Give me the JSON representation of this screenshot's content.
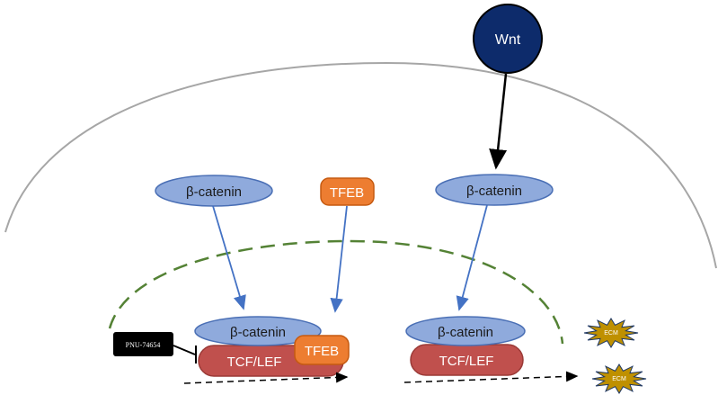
{
  "wnt": {
    "label": "Wnt"
  },
  "cytoplasm": {
    "beta_catenin_left": "β-catenin",
    "tfeb": "TFEB",
    "beta_catenin_right": "β-catenin"
  },
  "nucleus": {
    "left_complex": {
      "beta_catenin": "β-catenin",
      "tcf_lef": "TCF/LEF",
      "tfeb": "TFEB"
    },
    "right_complex": {
      "beta_catenin": "β-catenin",
      "tcf_lef": "TCF/LEF"
    }
  },
  "inhibitor": {
    "label": "PNU-74654"
  },
  "ecm": {
    "upper": "ECM",
    "lower": "ECM"
  },
  "colors": {
    "wnt_fill": "#0d2b6b",
    "beta_catenin_fill": "#8faadc",
    "beta_catenin_stroke": "#4a6fb5",
    "tfeb_fill": "#ed7d31",
    "tcf_lef_fill": "#c0504d",
    "nucleus_dash": "#548235",
    "arrow_blue": "#4472c4",
    "ecm_fill": "#bf9000",
    "inhibitor_fill": "#000000"
  }
}
